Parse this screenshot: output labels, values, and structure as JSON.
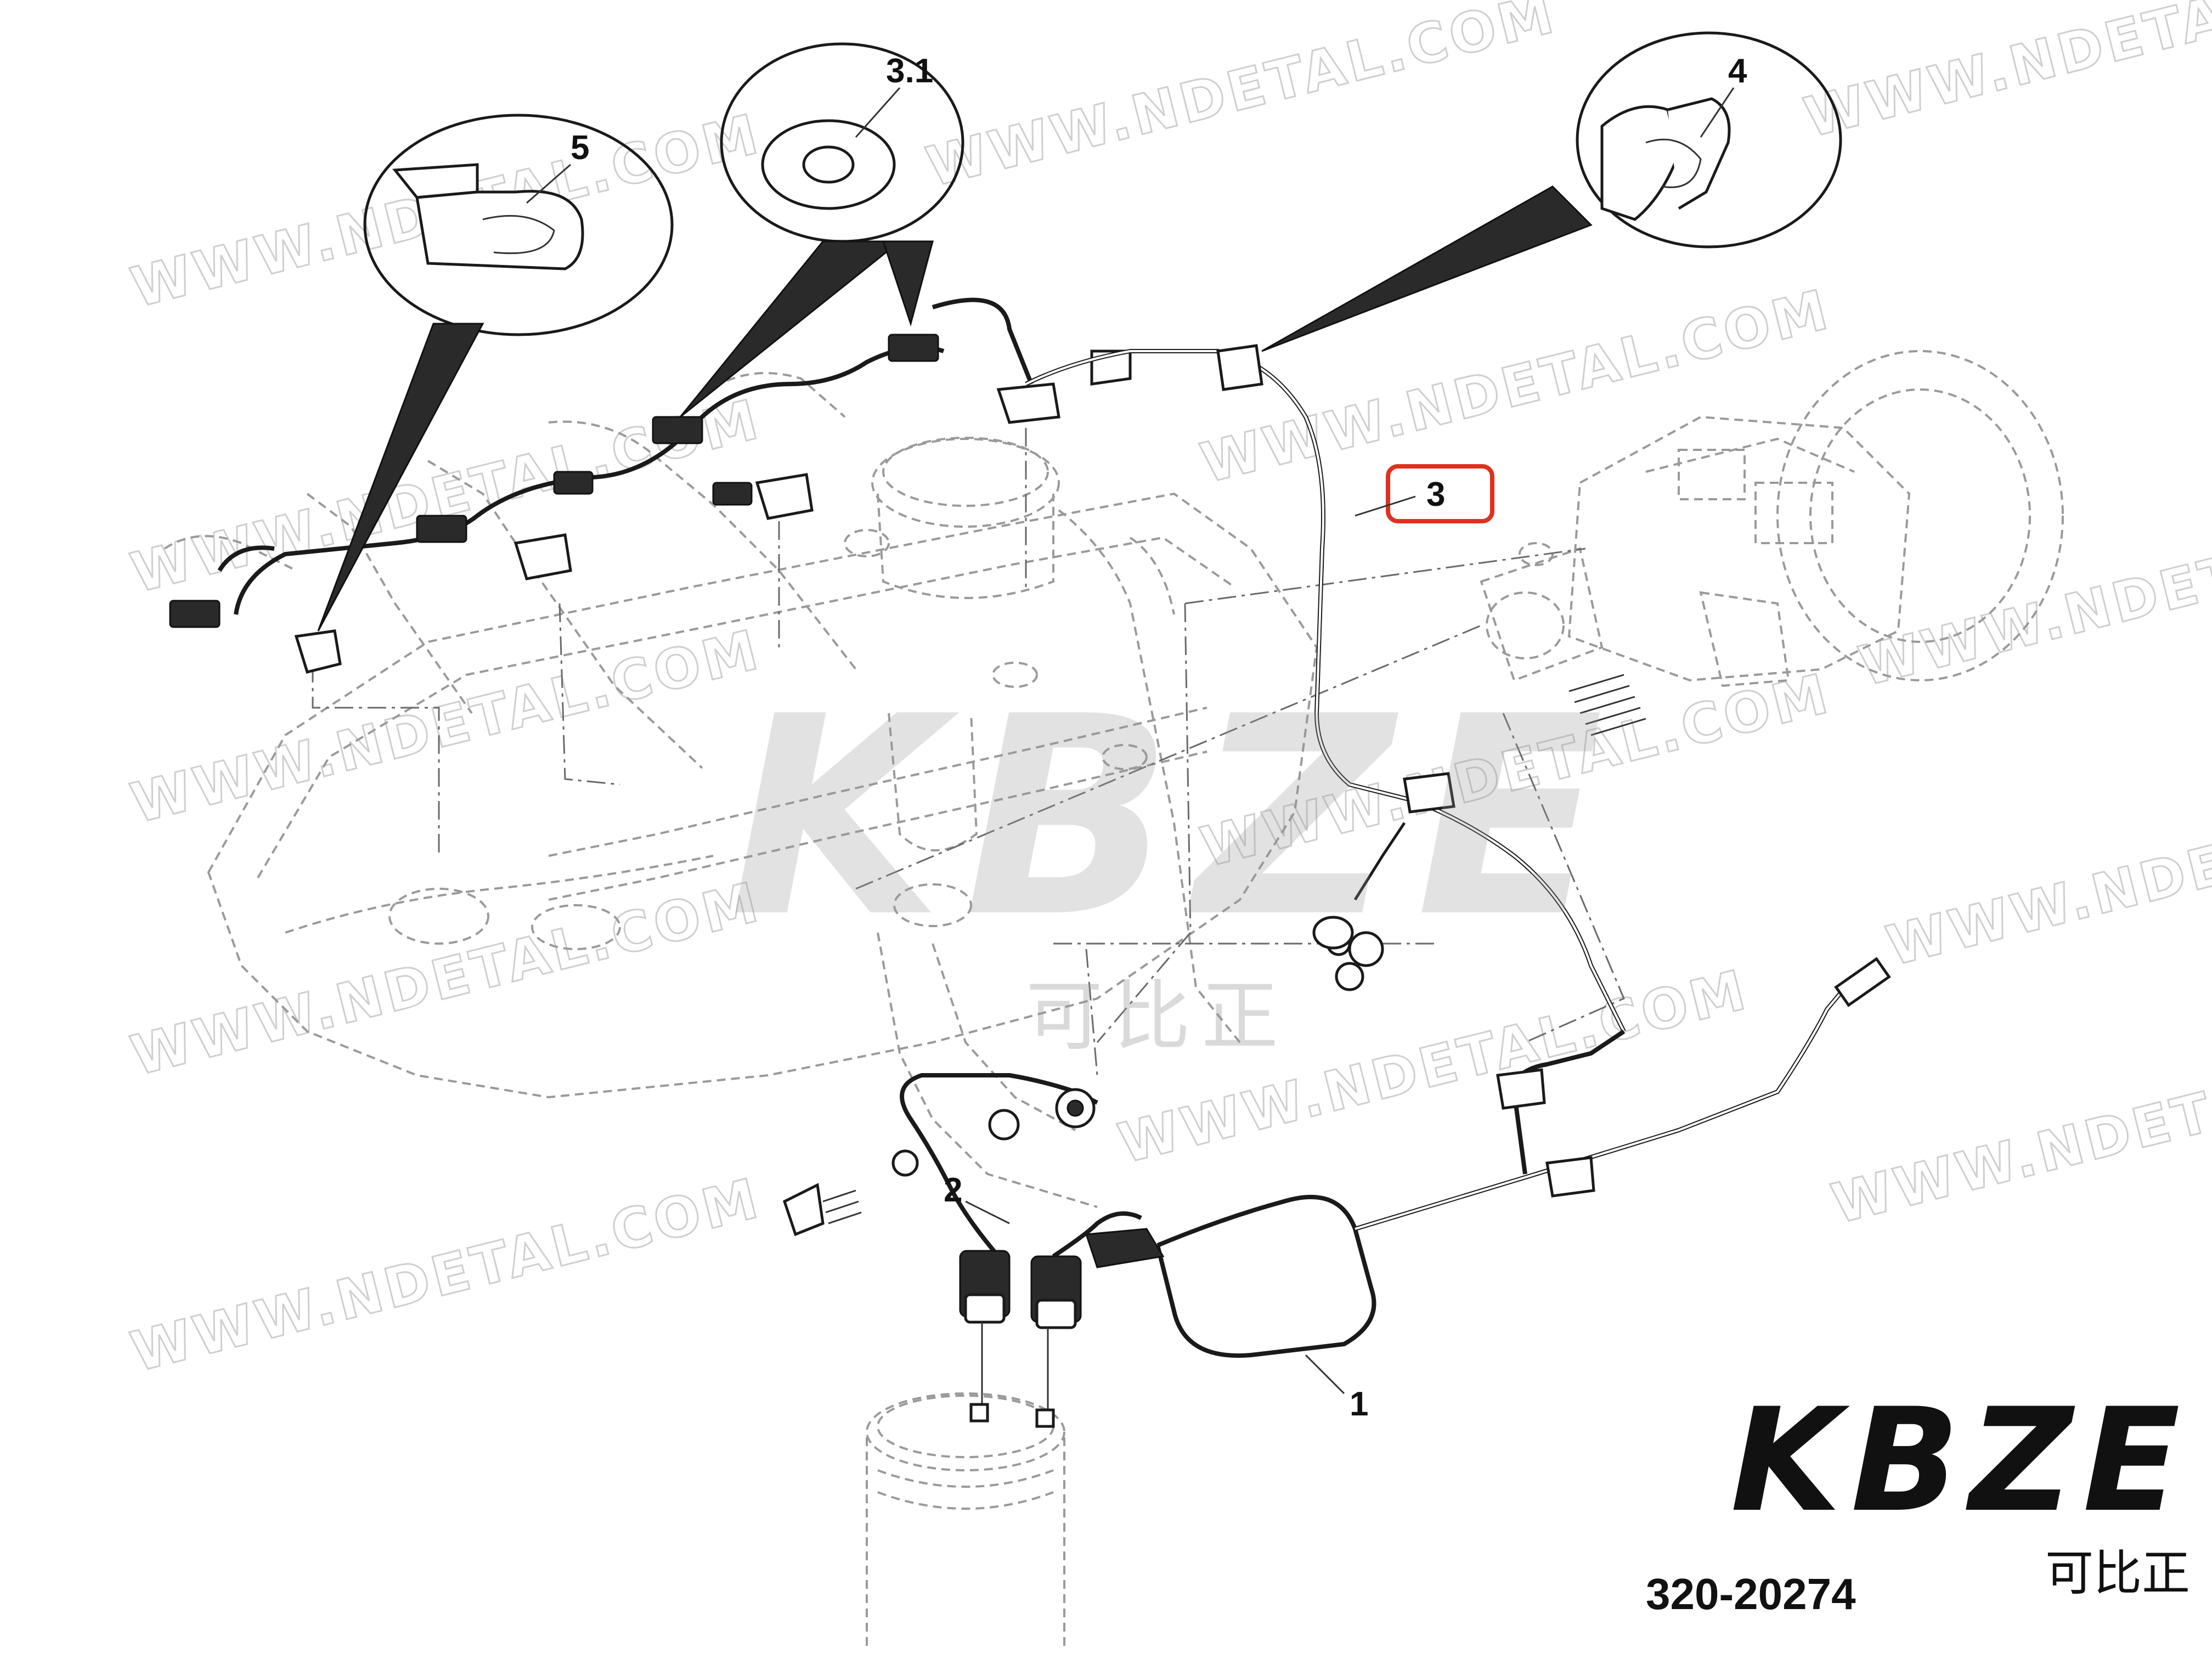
{
  "diagram": {
    "callouts": {
      "c1": "1",
      "c2": "2",
      "c3": "3",
      "c31": "3.1",
      "c4": "4",
      "c5": "5"
    },
    "highlight_color": "#e0301e",
    "watermark_text": "WWW.NDETAL.COM",
    "center_logo": {
      "text": "KBZE",
      "subtitle": "可比正",
      "accent": "#f2a24b"
    },
    "brand_logo": {
      "text": "KBZE",
      "subtitle": "可比正",
      "accent": "#f08a1c"
    },
    "part_number": "320-20274"
  }
}
